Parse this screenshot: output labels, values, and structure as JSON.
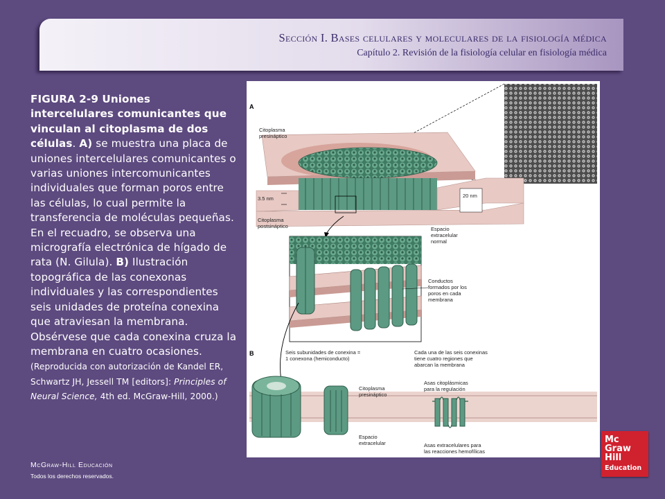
{
  "header": {
    "section": "Sección I.  Bases celulares y moleculares de la fisiología médica",
    "chapter": "Capítulo 2.  Revisión de la fisiología celular en fisiología médica"
  },
  "caption": {
    "fig_title": "FIGURA 2-9 Uniones intercelulares comunicantes que vinculan al citoplasma de dos células",
    "a_label": "A)",
    "a_text": " se muestra una placa de uniones intercelulares comunicantes o varias uniones intercomunicantes individuales que forman poros entre las células, lo cual permite la transferencia de moléculas pequeñas. En el recuadro, se observa una micrografía electrónica de hígado de rata (N. Gilula).",
    "b_label": "B)",
    "b_text": " Ilustración topográfica de las conexonas individuales y las correspondientes seis unidades de proteína conexina que atraviesan la membrana. Obsérvese que cada conexina cruza la membrana en cuatro ocasiones.",
    "ref_pre": " (Reproducida con autorización de Kandel ER, Schwartz JH, Jessell TM [editors]: ",
    "ref_book": "Principles of Neural Science,",
    "ref_post": " 4th ed. McGraw-Hill, 2000.)"
  },
  "figure": {
    "panel_a": "A",
    "panel_b": "B",
    "presynaptic": [
      "Citoplasma",
      "presináptico"
    ],
    "postsynaptic": [
      "Citoplasma",
      "postsináptico"
    ],
    "gap_small": "3.5 nm",
    "gap_large": "20 nm",
    "extracellular_normal": [
      "Espacio",
      "extracelular",
      "normal"
    ],
    "conducts": [
      "Conductos",
      "formados por los",
      "poros en cada",
      "membrana"
    ],
    "six_subunits": [
      "Seis subunidades de conexina =",
      "1 conexona (hemiconducto)"
    ],
    "four_regions": [
      "Cada una de las seis conexinas",
      "tiene cuatro regiones que",
      "abarcan la membrana"
    ],
    "presynaptic_b": [
      "Citoplasma",
      "presináptico"
    ],
    "extracellular_b": [
      "Espacio",
      "extracelular"
    ],
    "cyto_loops": [
      "Asas citoplásmicas",
      "para la regulación"
    ],
    "extra_loops": [
      "Asas extracelulares para",
      "las reacciones hemofílicas"
    ]
  },
  "footer": {
    "publisher": "McGraw-Hill Educación",
    "rights": "Todos los derechos reservados."
  },
  "logo": {
    "line1": "Mc",
    "line2": "Graw",
    "line3": "Hill",
    "line4": "Education"
  },
  "colors": {
    "background": "#5d4a7f",
    "logo_red": "#d0212e",
    "connexon_green": "#5c9a83",
    "membrane_pink": "#e8c9c4"
  }
}
